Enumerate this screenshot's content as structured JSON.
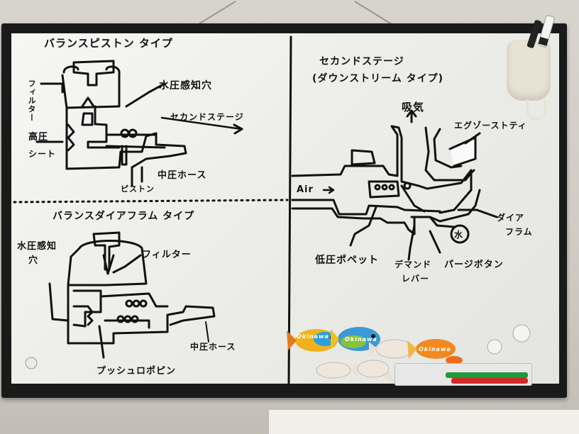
{
  "left_panel": {
    "top_title": "バランスピストン タイプ",
    "top_labels": {
      "filter": "フィルター",
      "hole": "水圧感知穴",
      "second_stage": "セカンドステージ",
      "seat_line1": "高圧",
      "seat_line2": "シート",
      "medium_hose": "中圧ホース",
      "piston": "ピストン"
    },
    "bottom_title": "バランスダイアフラム タイプ",
    "bottom_labels": {
      "hole_line1": "水圧感知",
      "hole_line2": "穴",
      "filter": "フィルター",
      "medium_hose": "中圧ホース",
      "push_rod_pin": "プッシュロポピン"
    }
  },
  "right_panel": {
    "title_line1": "セカンドステージ",
    "title_line2": "(ダウンストリーム タイプ)",
    "labels": {
      "inhale": "吸気",
      "exhaust": "エグゾーストティ",
      "air": "Air",
      "diaphragm_line1": "ダイア",
      "diaphragm_line2": "フラム",
      "water": "水",
      "poppet": "低圧ポペット",
      "demand_line1": "デマンド",
      "demand_line2": "レバー",
      "purge": "パージボタン"
    }
  },
  "magnets": [
    {
      "name": "fish-magnet-1",
      "text": "Okinawa"
    },
    {
      "name": "fish-magnet-2",
      "text": "Okinawa"
    },
    {
      "name": "fish-magnet-3",
      "text": "Okinawa"
    }
  ],
  "colors": {
    "board": "#f0f0ee",
    "frame": "#1a1a1a",
    "ink": "#111111",
    "marker_green": "#1f9a3a",
    "marker_red": "#d22a2a"
  }
}
